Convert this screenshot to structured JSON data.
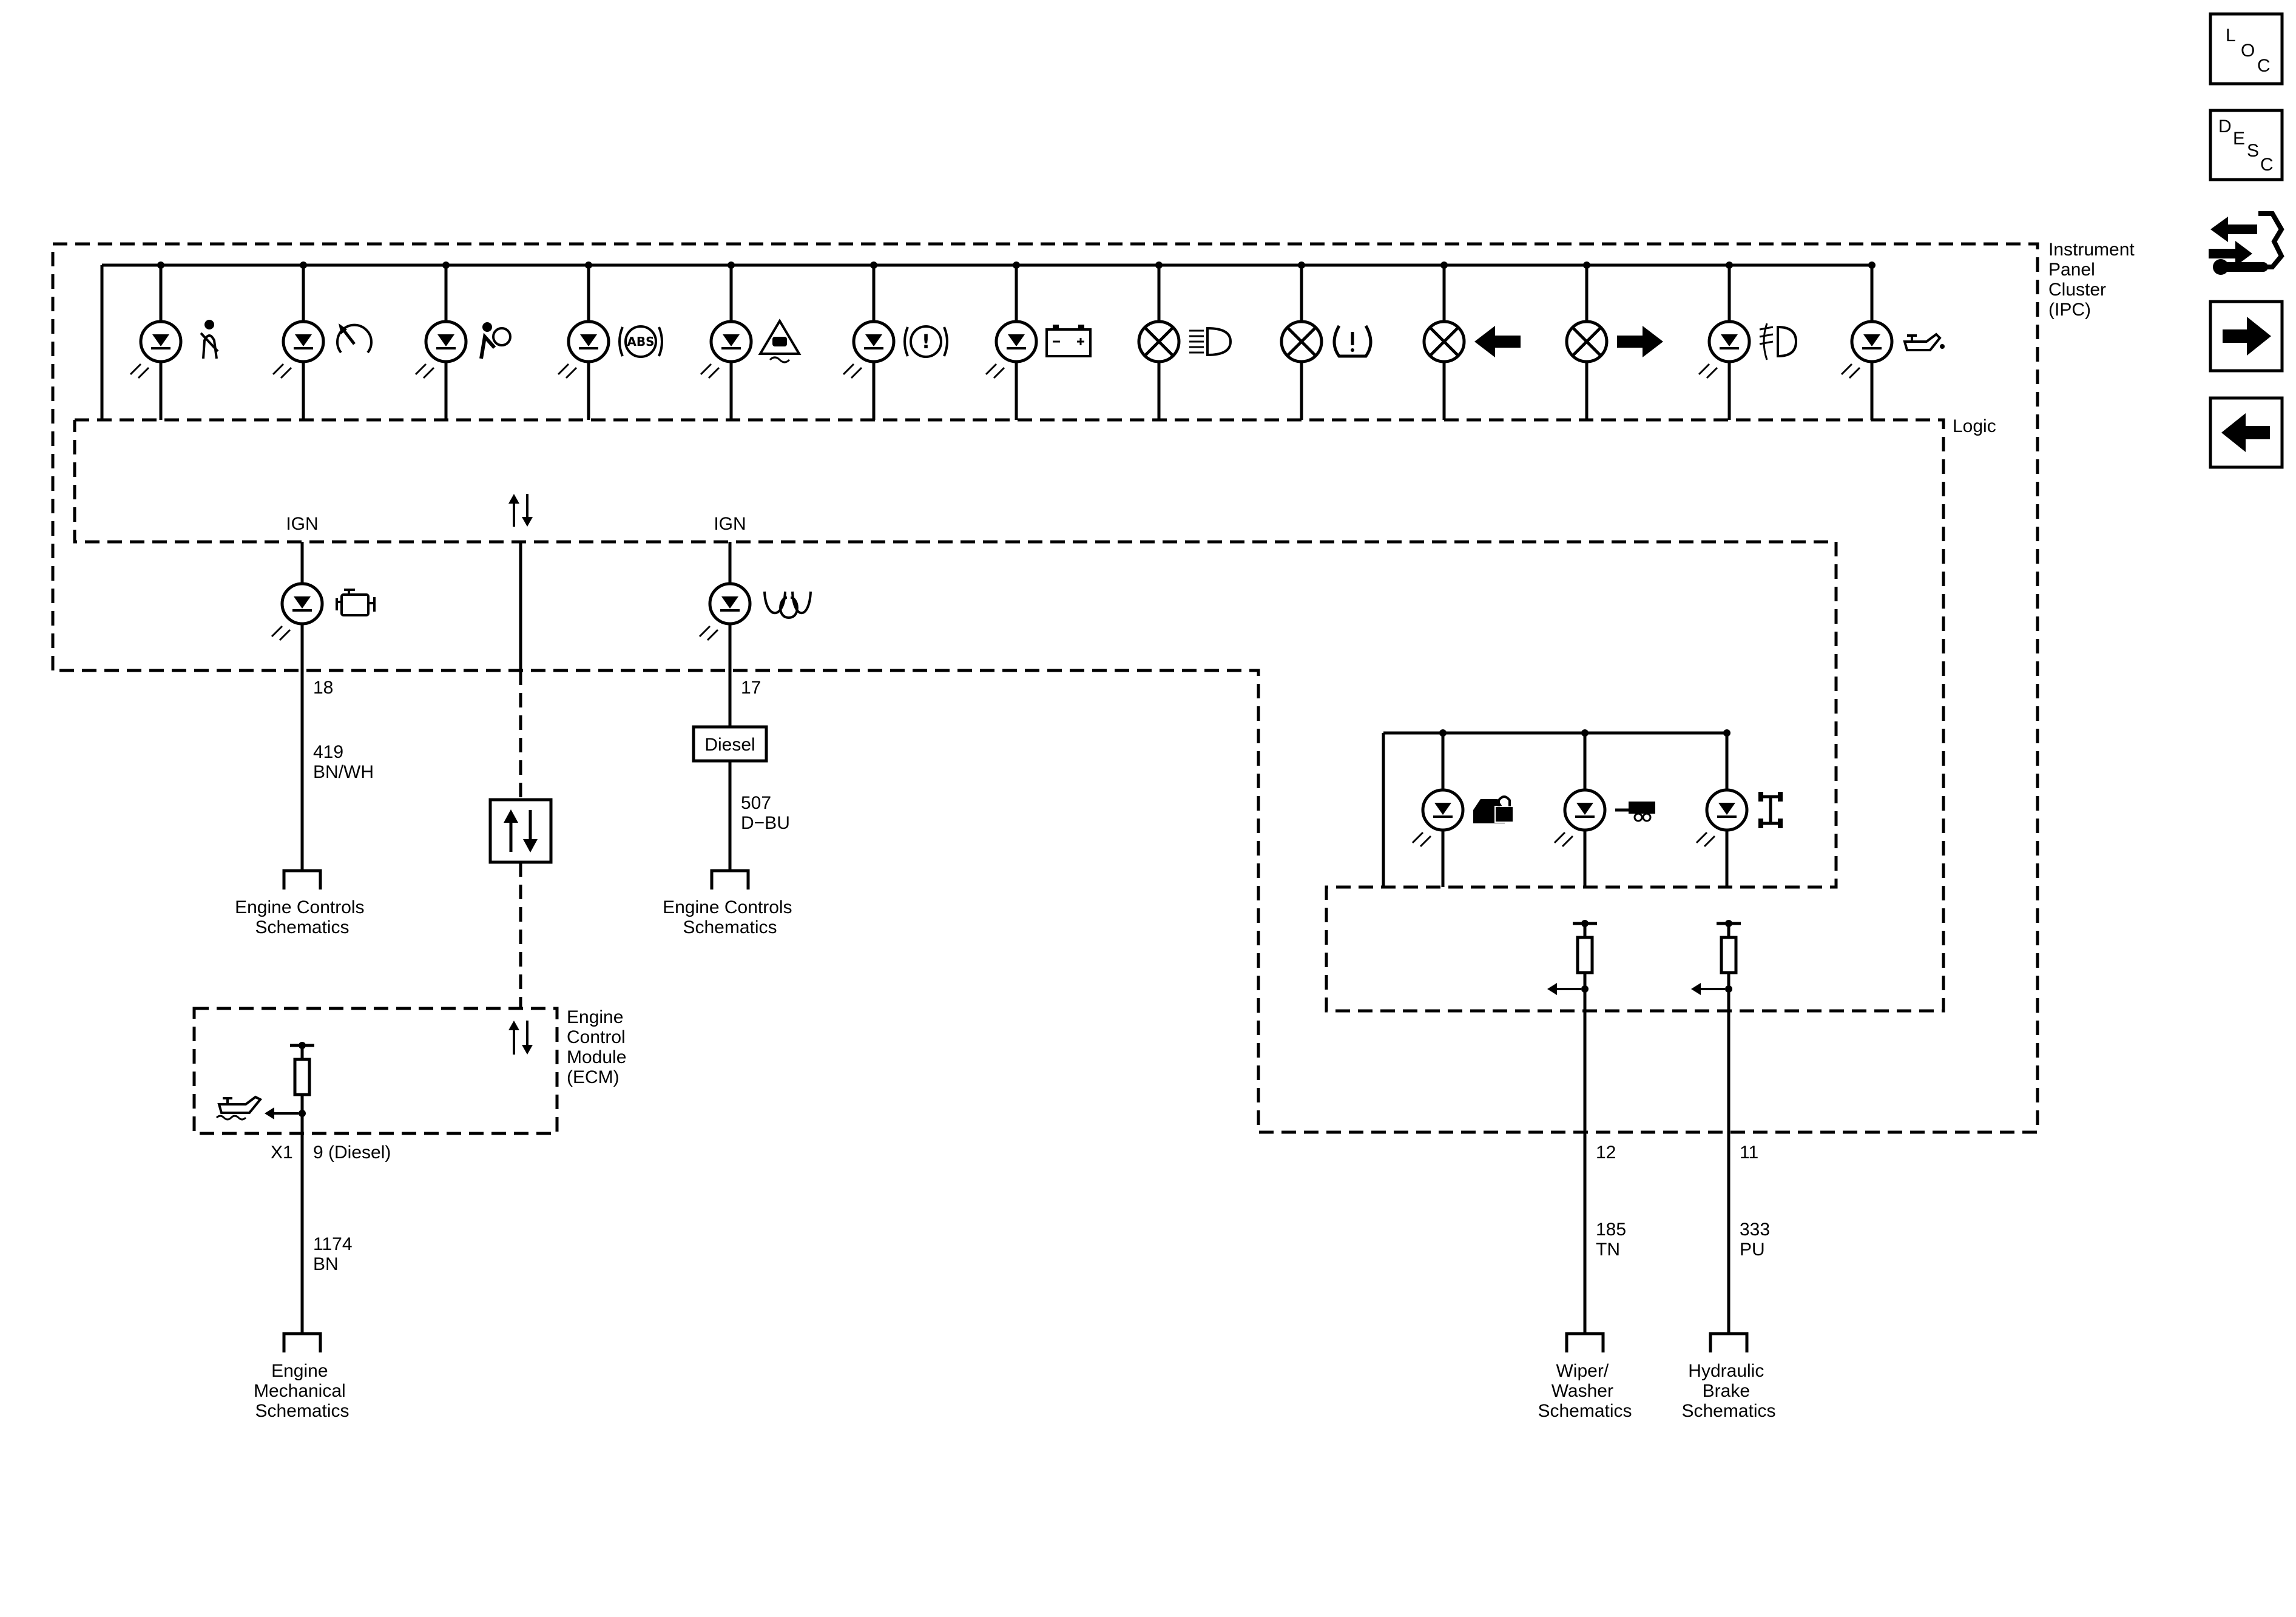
{
  "ipc": {
    "label_lines": [
      "Instrument",
      "Panel",
      "Cluster",
      "(IPC)"
    ],
    "logic_label": "Logic"
  },
  "indicators_top": [
    {
      "type": "led",
      "icon": "seatbelt-icon"
    },
    {
      "type": "led",
      "icon": "service-vehicle-speedometer-icon"
    },
    {
      "type": "led",
      "icon": "airbag-icon"
    },
    {
      "type": "led",
      "icon": "abs-icon",
      "text": "ABS"
    },
    {
      "type": "led",
      "icon": "traction-control-icon"
    },
    {
      "type": "led",
      "icon": "brake-warning-icon",
      "text": "(!)"
    },
    {
      "type": "led",
      "icon": "battery-icon"
    },
    {
      "type": "lamp",
      "icon": "high-beam-icon"
    },
    {
      "type": "lamp",
      "icon": "tire-pressure-icon"
    },
    {
      "type": "lamp",
      "icon": "turn-left-arrow-icon"
    },
    {
      "type": "lamp",
      "icon": "turn-right-arrow-icon"
    },
    {
      "type": "led",
      "icon": "fog-lamp-icon"
    },
    {
      "type": "led",
      "icon": "oil-pressure-icon"
    }
  ],
  "ign_label": "IGN",
  "check_engine": {
    "pin": "18",
    "circuit": "419",
    "color": "BN/WH",
    "dest_lines": [
      "Engine Controls",
      "Schematics"
    ]
  },
  "glow_plug": {
    "pin": "17",
    "option": "Diesel",
    "circuit": "507",
    "color": "D−BU",
    "dest_lines": [
      "Engine Controls",
      "Schematics"
    ]
  },
  "ecm": {
    "label_lines": [
      "Engine",
      "Control",
      "Module",
      "(ECM)"
    ],
    "connector": "X1",
    "pin": "9 (Diesel)",
    "circuit": "1174",
    "color": "BN",
    "dest_lines": [
      "Engine",
      "Mechanical",
      "Schematics"
    ]
  },
  "indicators_lower": [
    {
      "icon": "theft-security-icon"
    },
    {
      "icon": "trailer-tow-icon"
    },
    {
      "icon": "four-wheel-drive-icon"
    }
  ],
  "washer": {
    "pin": "12",
    "circuit": "185",
    "color": "TN",
    "dest_lines": [
      "Wiper/",
      "Washer",
      "Schematics"
    ]
  },
  "brake": {
    "pin": "11",
    "circuit": "333",
    "color": "PU",
    "dest_lines": [
      "Hydraulic",
      "Brake",
      "Schematics"
    ]
  },
  "nav": {
    "loc": {
      "l1": "L",
      "l2": "O",
      "l3": "C"
    },
    "desc": {
      "l1": "D",
      "l2": "E",
      "l3": "S",
      "l4": "C"
    }
  }
}
